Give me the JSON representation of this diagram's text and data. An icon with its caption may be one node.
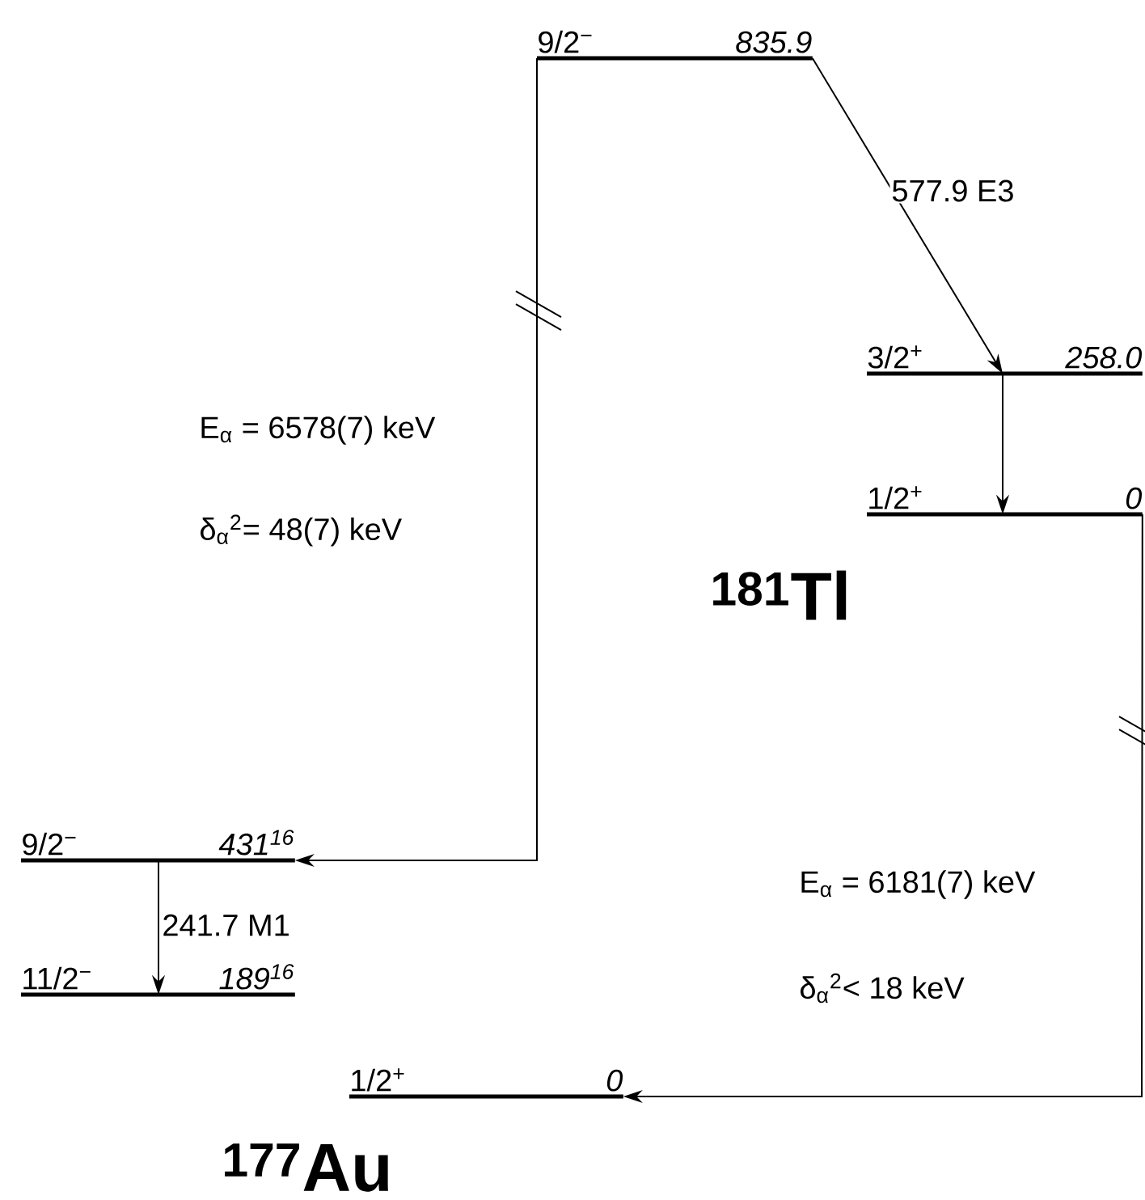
{
  "diagram": {
    "nodes": [
      {
        "text": [
          "9/2$^{−}$",
          "835.9"
        ]
      },
      {
        "text": [
          "3/2$^{+}$",
          "258.0"
        ]
      },
      {
        "text": [
          "1/2$^{+}$",
          "0"
        ]
      },
      {
        "text": [
          "9/2$^{−}$",
          "431$^{16}$"
        ]
      },
      {
        "text": [
          "11/2$^{−}$",
          "189$^{16}$"
        ]
      },
      {
        "text": [
          "1/2$^{+}$",
          "0"
        ]
      }
    ],
    "edges": [
      {
        "from": 0,
        "to": 1,
        "arrow": "to",
        "label": "577.9 E3"
      },
      {
        "from": 1,
        "to": 2,
        "arrow": "to"
      },
      {
        "from": 0,
        "to": 3,
        "arrow": "to"
      },
      {
        "from": 3,
        "to": 4,
        "arrow": "to",
        "label": "241.7 M1"
      },
      {
        "from": 2,
        "to": 5,
        "arrow": "to"
      }
    ],
    "labels": [
      "E$_{α}$ = 6578(7) keV",
      "δ$_{α}$$^{2}$= 48(7) keV",
      "$^{181}$Tl",
      "E$_{α}$ = 6181(7) keV",
      "δ$_{α}$$^{2}$< 18 keV",
      "$^{177}$Au"
    ]
  }
}
